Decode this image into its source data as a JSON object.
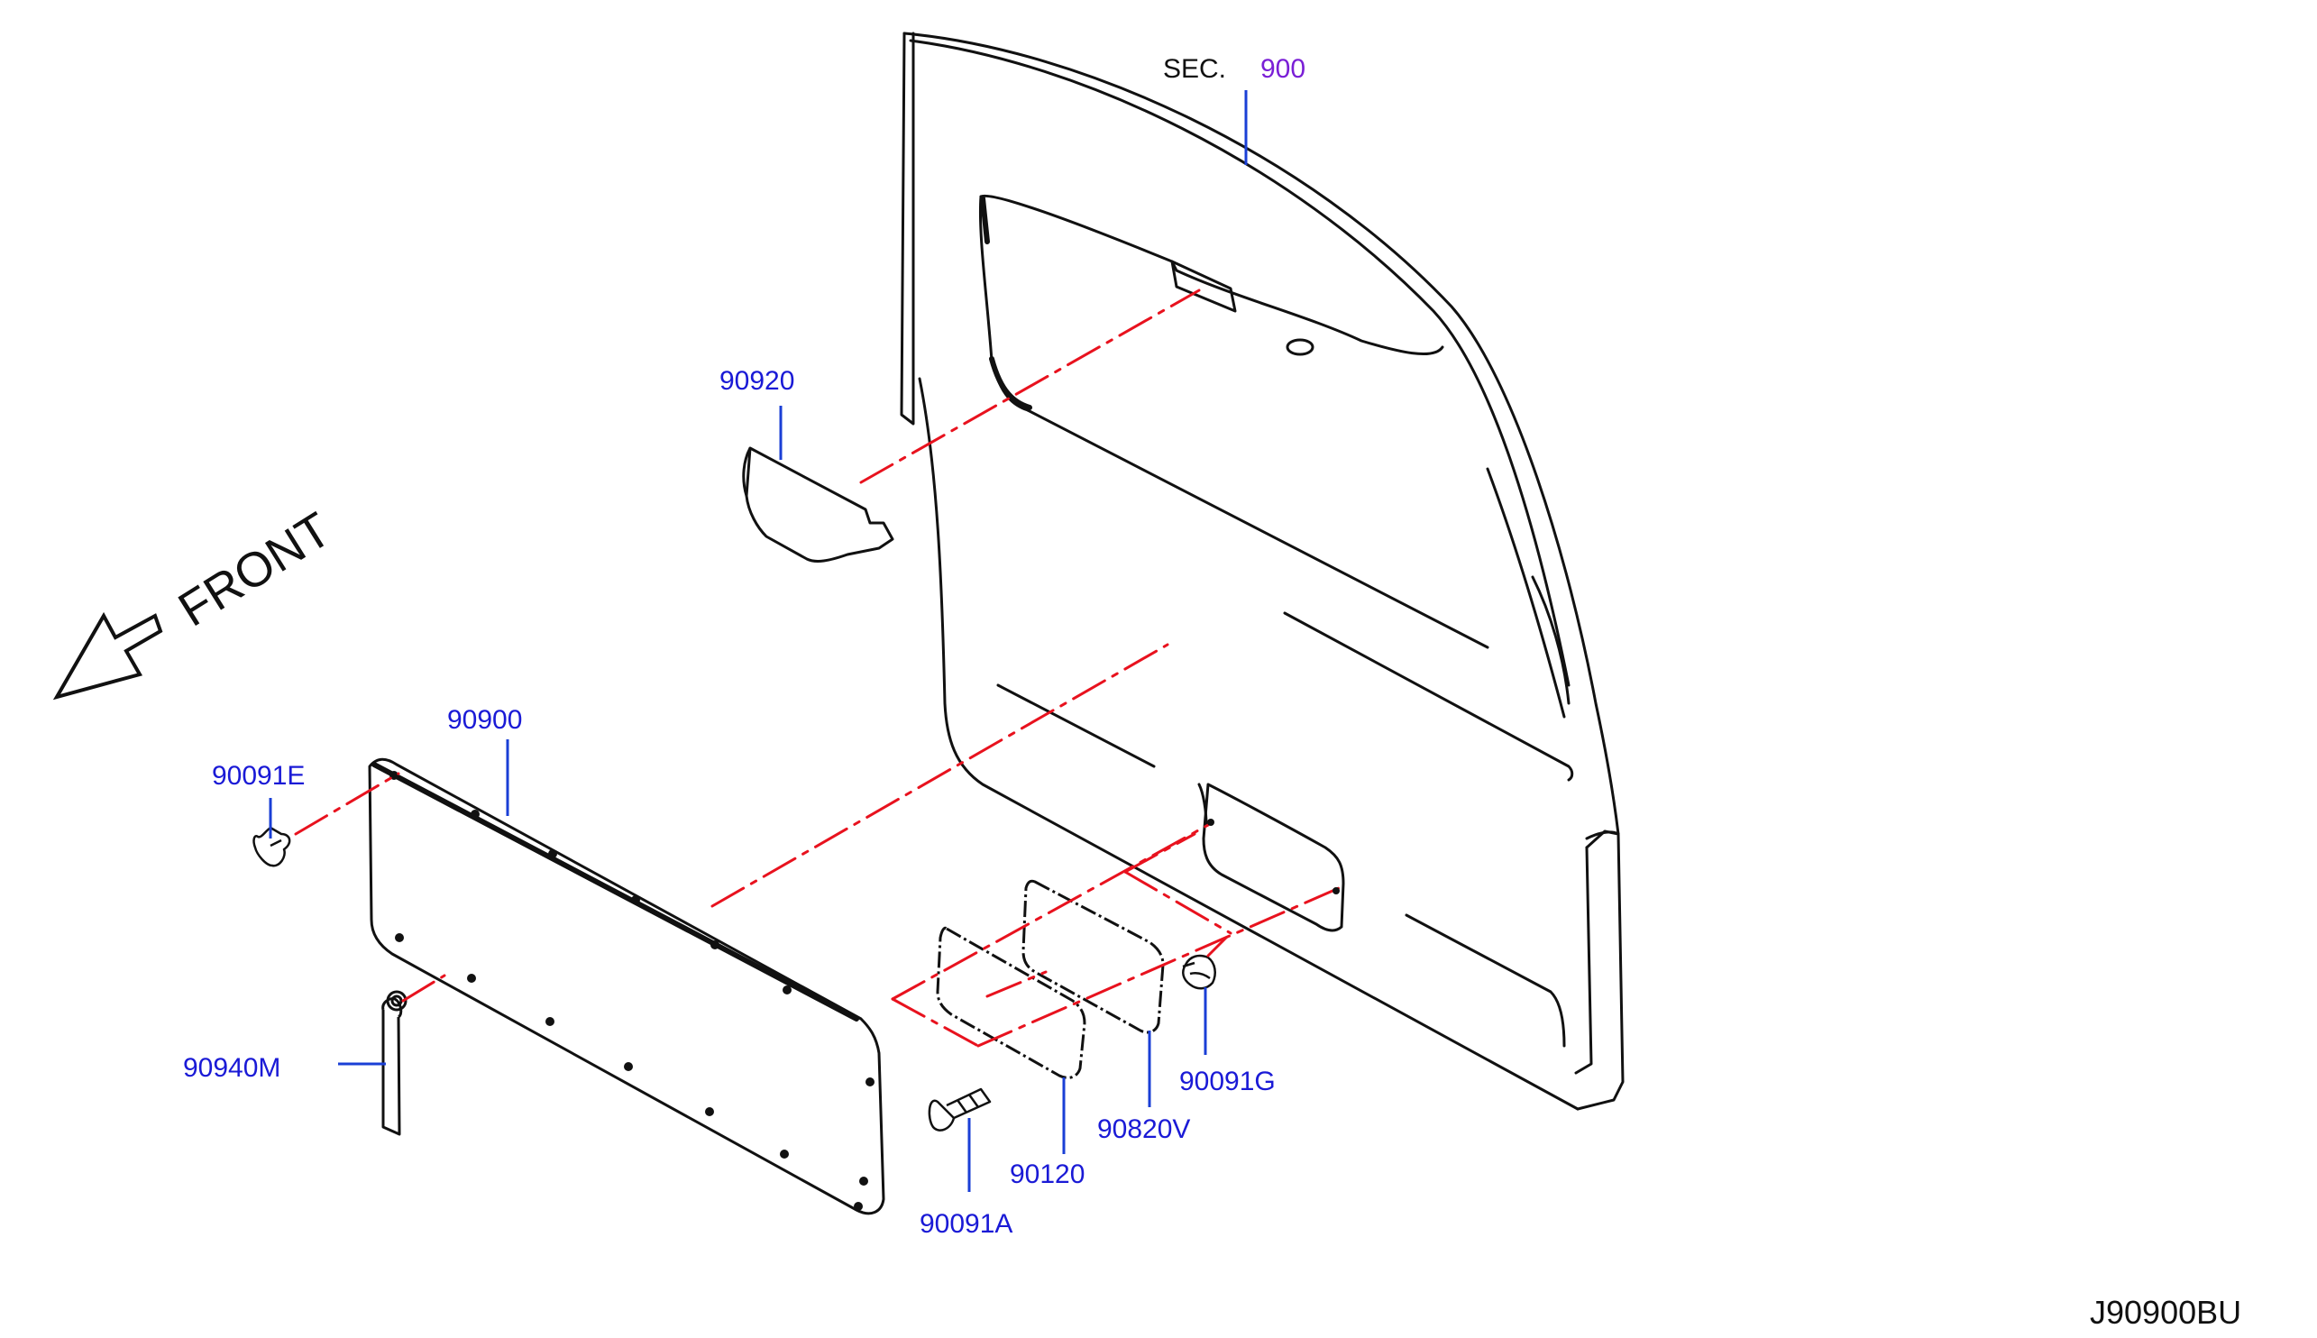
{
  "diagram": {
    "section_prefix": "SEC.",
    "section_number": "900",
    "front_label": "FRONT",
    "drawing_code": "J90900BU",
    "colors": {
      "outline": "#111111",
      "leader": "#1a3fd6",
      "centerline": "#e8121e",
      "part_label": "#1a1ad6",
      "section_number": "#7a1fd6"
    },
    "parts": [
      {
        "id": "p90920",
        "number": "90920"
      },
      {
        "id": "p90900",
        "number": "90900"
      },
      {
        "id": "p90091E",
        "number": "90091E"
      },
      {
        "id": "p90940M",
        "number": "90940M"
      },
      {
        "id": "p90120",
        "number": "90120"
      },
      {
        "id": "p90091A",
        "number": "90091A"
      },
      {
        "id": "p90820V",
        "number": "90820V"
      },
      {
        "id": "p90091G",
        "number": "90091G"
      }
    ]
  }
}
